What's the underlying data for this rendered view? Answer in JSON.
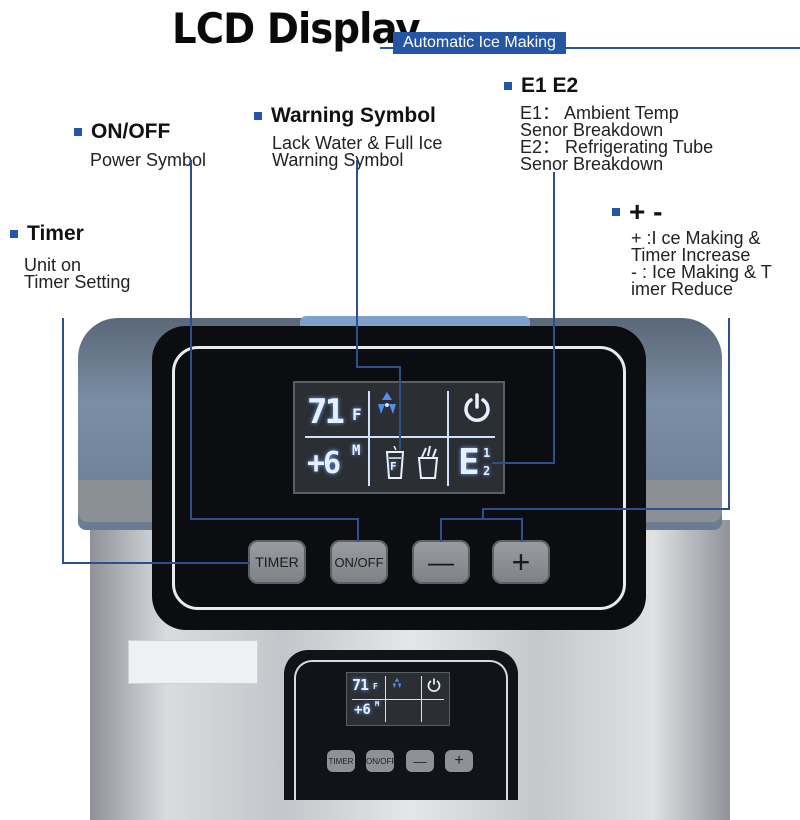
{
  "header": {
    "title": "LCD Display",
    "subtitle": "Automatic Ice Making"
  },
  "callouts": {
    "on_off": {
      "heading": "ON/OFF",
      "body": "Power Symbol"
    },
    "warning": {
      "heading": "Warning Symbol",
      "body": "Lack Water & Full Ice\nWarning Symbol"
    },
    "e1e2": {
      "heading": "E1 E2",
      "body": "E1： Ambient Temp\nSenor Breakdown\nE2： Refrigerating Tube\nSenor Breakdown"
    },
    "plus_minus": {
      "heading": "+ -",
      "body": "+ :I ce Making &\nTimer Increase\n- : Ice Making & T\nimer Reduce"
    },
    "timer": {
      "heading": "Timer",
      "body": "Unit on\nTimer Setting"
    }
  },
  "lcd": {
    "temp_value": "71",
    "temp_unit": "F",
    "timer_value": "+6",
    "timer_unit": "M",
    "error_code": "E",
    "error_sub_1": "1",
    "error_sub_2": "2",
    "cup_label": "F"
  },
  "buttons": {
    "timer": "TIMER",
    "on_off": "ON/OFF",
    "minus": "—",
    "plus": "+"
  },
  "small_panel": {
    "temp_value": "71",
    "temp_unit": "F",
    "timer_value": "+6",
    "timer_unit": "M",
    "timer_label": "TIMER",
    "on_off_label": "ON/OFF",
    "minus_label": "—",
    "plus_label": "+"
  },
  "colors": {
    "accent_blue": "#2456a5",
    "lcd_glow": "#6aa8ff"
  }
}
